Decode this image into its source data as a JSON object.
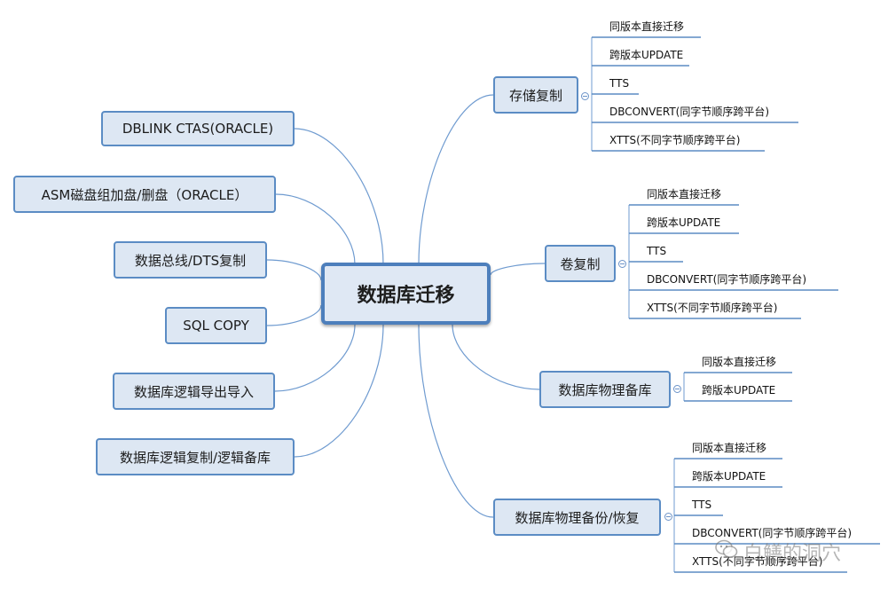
{
  "root": {
    "label": "数据库迁移"
  },
  "left_branches": [
    {
      "label": "DBLINK CTAS(ORACLE)"
    },
    {
      "label": "ASM磁盘组加盘/删盘（ORACLE）"
    },
    {
      "label": "数据总线/DTS复制"
    },
    {
      "label": "SQL COPY"
    },
    {
      "label": "数据库逻辑导出导入"
    },
    {
      "label": "数据库逻辑复制/逻辑备库"
    }
  ],
  "right_branches": [
    {
      "label": "存储复制",
      "children": [
        "同版本直接迁移",
        "跨版本UPDATE",
        "TTS",
        "DBCONVERT(同字节顺序跨平台)",
        "XTTS(不同字节顺序跨平台)"
      ]
    },
    {
      "label": "卷复制",
      "children": [
        "同版本直接迁移",
        "跨版本UPDATE",
        "TTS",
        "DBCONVERT(同字节顺序跨平台)",
        "XTTS(不同字节顺序跨平台)"
      ]
    },
    {
      "label": "数据库物理备库",
      "children": [
        "同版本直接迁移",
        "跨版本UPDATE"
      ]
    },
    {
      "label": "数据库物理备份/恢复",
      "children": [
        "同版本直接迁移",
        "跨版本UPDATE",
        "TTS",
        "DBCONVERT(同字节顺序跨平台)",
        "XTTS(不同字节顺序跨平台)"
      ]
    }
  ],
  "watermark": {
    "text": "白鳝的洞穴",
    "icon": "wechat-icon"
  },
  "colors": {
    "node_fill": "#dde7f3",
    "node_border": "#5b8cc4",
    "link": "#6f9bd0",
    "underline": "#5b8cc4"
  }
}
